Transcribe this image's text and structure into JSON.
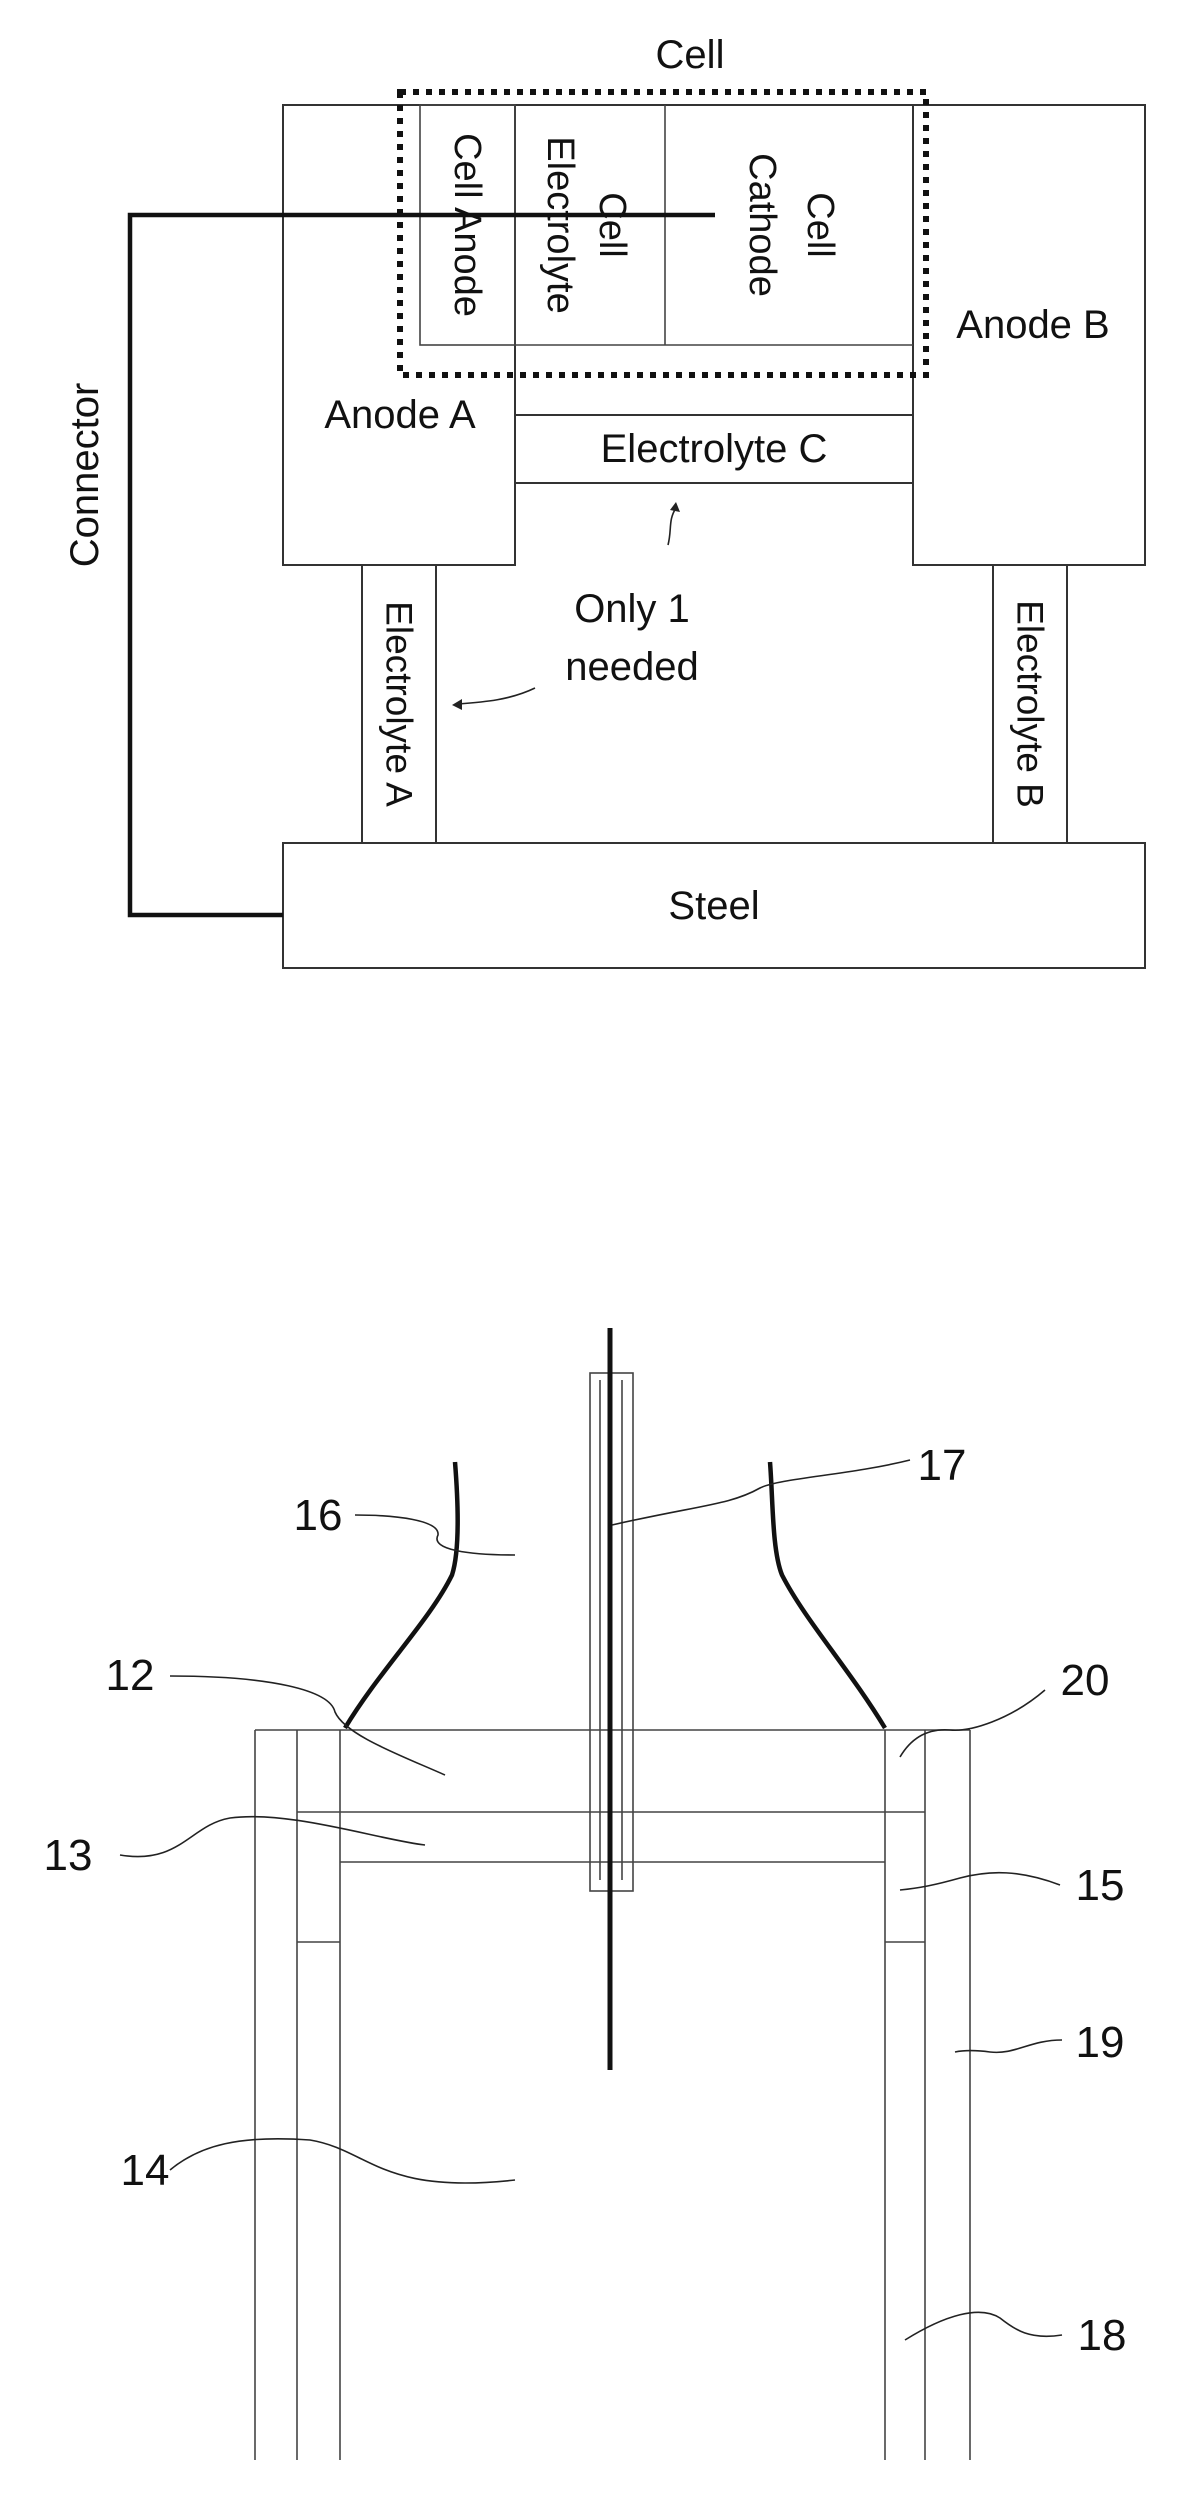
{
  "figure_top": {
    "cell_label": "Cell",
    "cell_anode": "Cell Anode",
    "cell_electrolyte_1": "Cell",
    "cell_electrolyte_2": "Electrolyte",
    "cell_cathode_1": "Cell",
    "cell_cathode_2": "Cathode",
    "anode_a": "Anode A",
    "anode_b": "Anode B",
    "electrolyte_c": "Electrolyte C",
    "electrolyte_a": "Electrolyte A",
    "electrolyte_b": "Electrolyte B",
    "only_1": "Only 1",
    "needed": "needed",
    "connector": "Connector",
    "steel": "Steel"
  },
  "figure_bottom": {
    "ref_16": "16",
    "ref_17": "17",
    "ref_12": "12",
    "ref_20": "20",
    "ref_13": "13",
    "ref_15": "15",
    "ref_19": "19",
    "ref_14": "14",
    "ref_18": "18"
  }
}
